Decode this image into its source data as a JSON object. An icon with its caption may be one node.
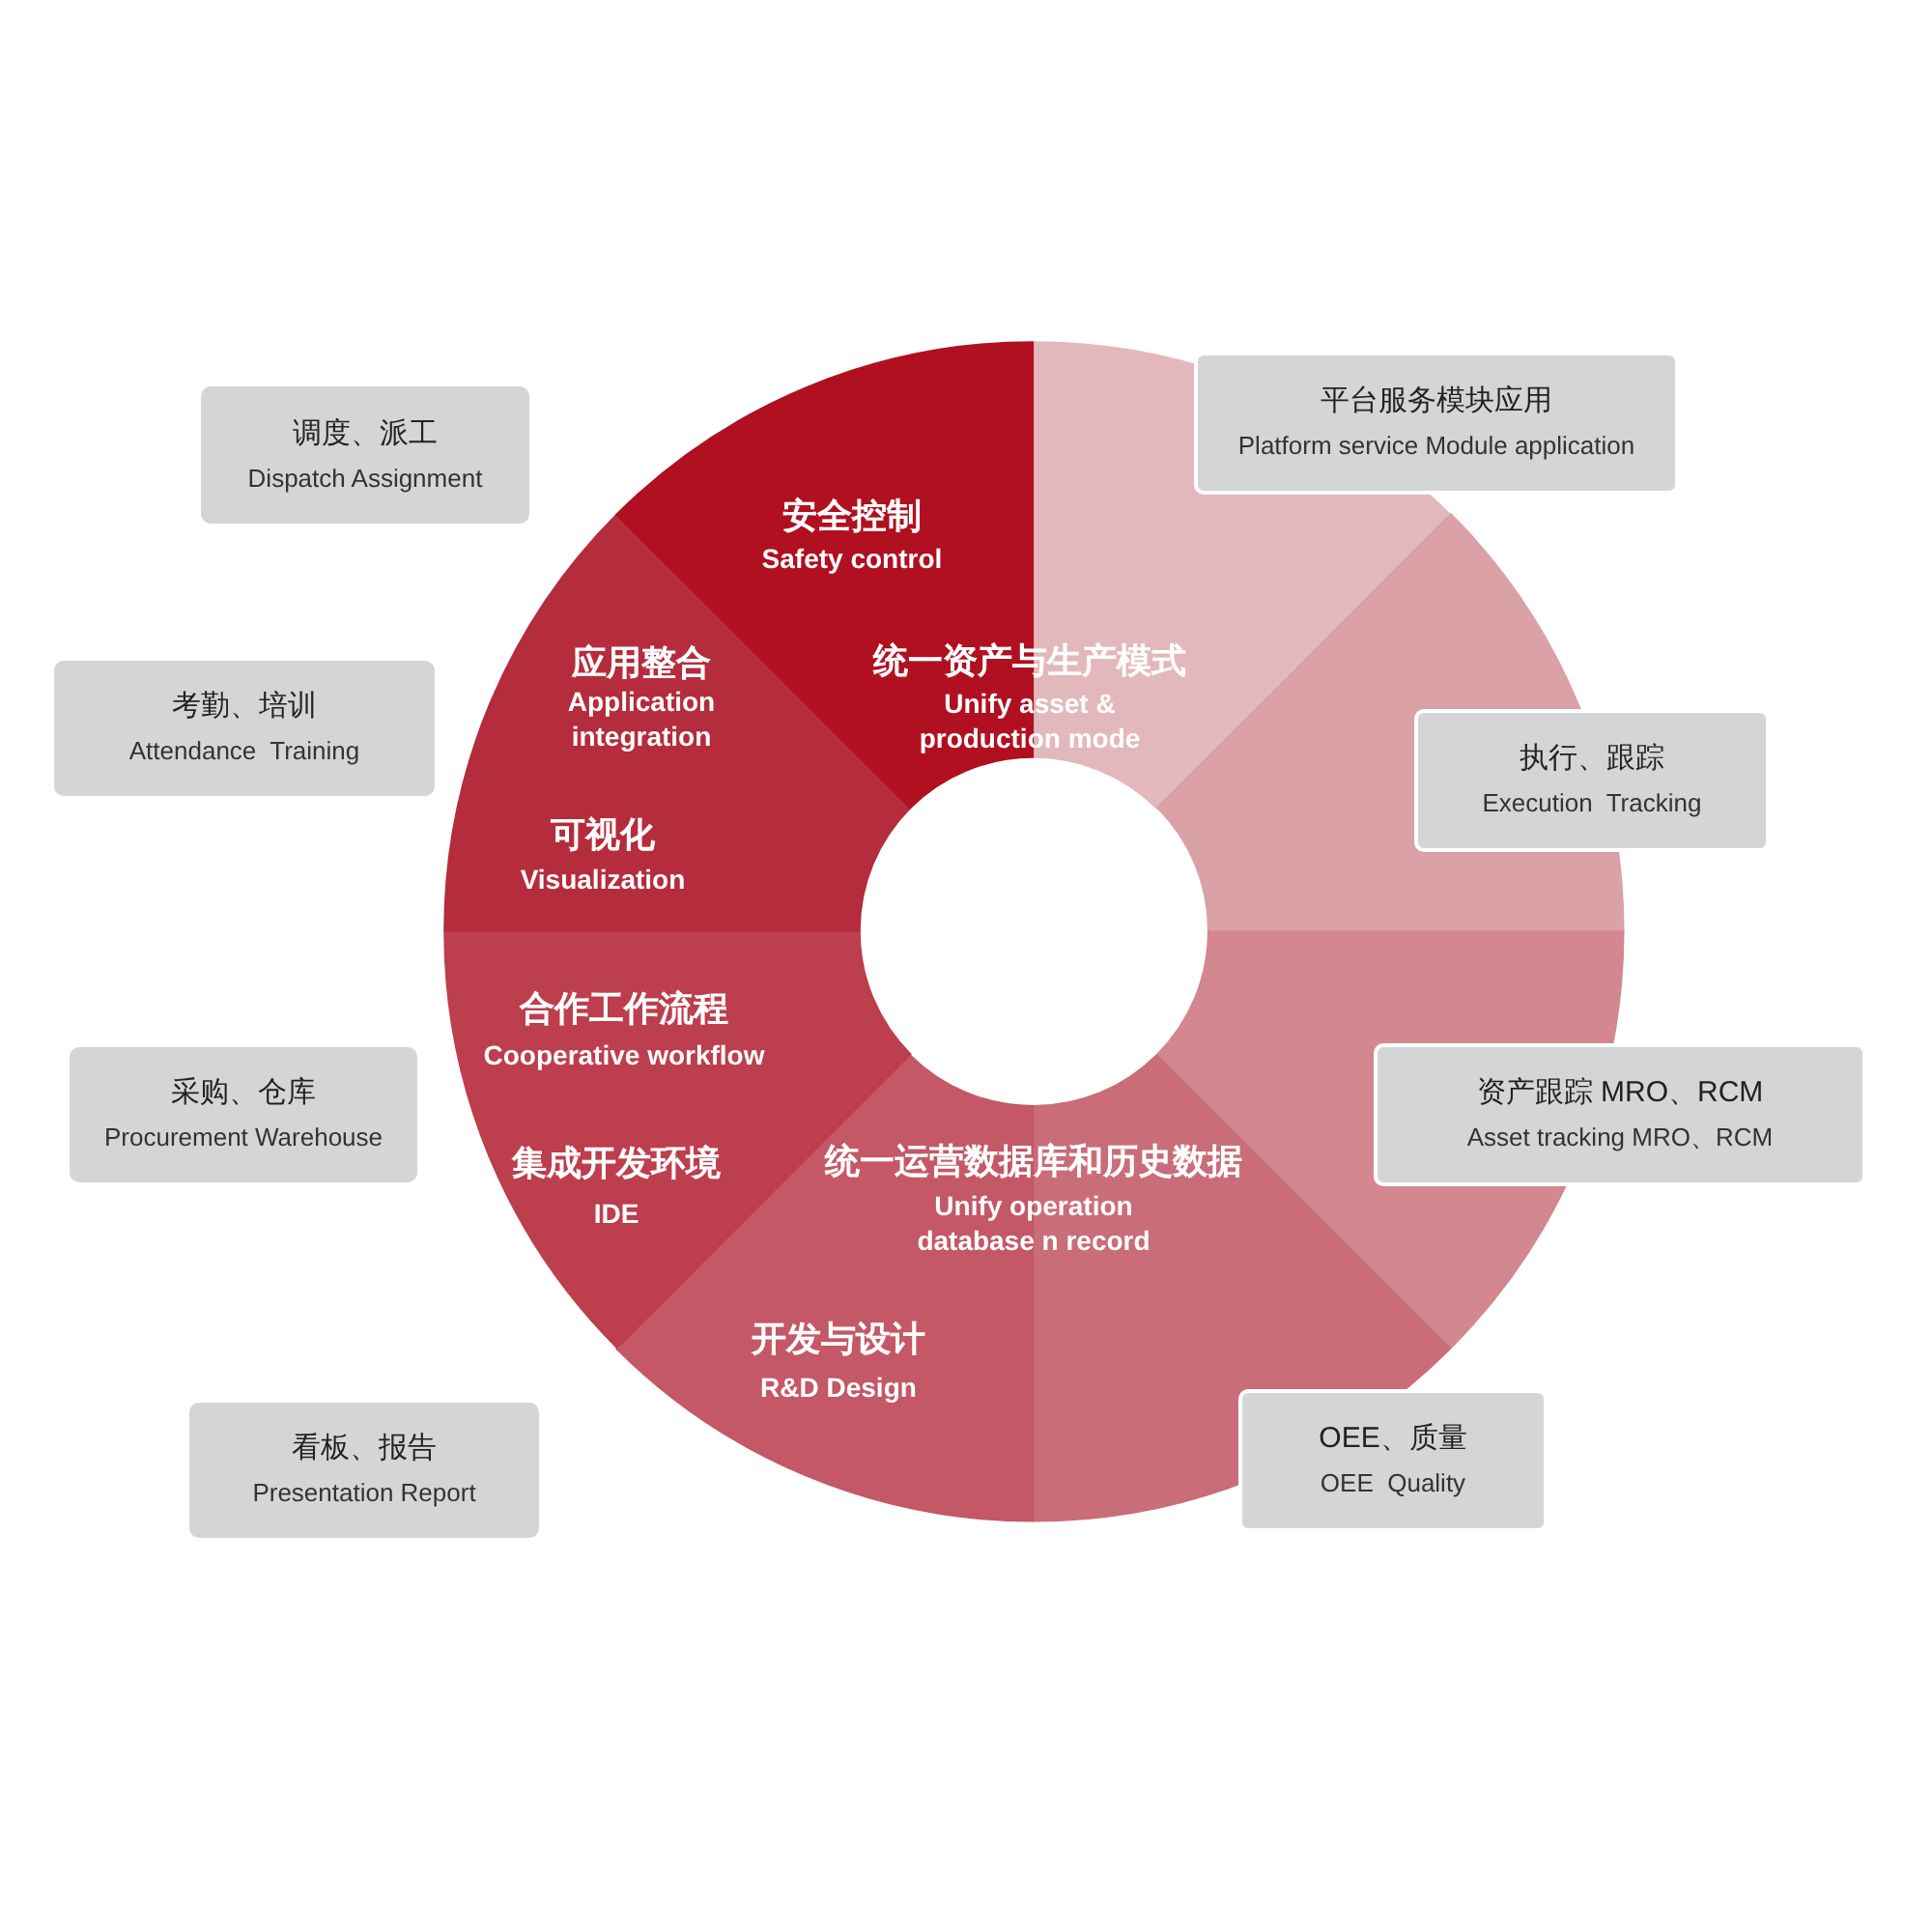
{
  "diagram": {
    "nodes": [
      {
        "text": [
          "调度、派工",
          "Dispatch Assignment"
        ]
      },
      {
        "text": [
          "考勤、培训",
          "Attendance  Training"
        ]
      },
      {
        "text": [
          "采购、仓库",
          "Procurement Warehouse"
        ]
      },
      {
        "text": [
          "看板、报告",
          "Presentation Report"
        ]
      },
      {
        "text": [
          "平台服务模块应用",
          "Platform service Module application"
        ]
      },
      {
        "text": [
          "执行、跟踪",
          "Execution  Tracking"
        ]
      },
      {
        "text": [
          "资产跟踪 MRO、RCM",
          "Asset tracking MRO、RCM"
        ]
      },
      {
        "text": [
          "OEE、质量",
          "OEE  Quality"
        ]
      },
      {
        "text": [],
        "shape": "sector"
      },
      {
        "text": [],
        "shape": "sector"
      },
      {
        "text": [],
        "shape": "sector"
      },
      {
        "text": [],
        "shape": "sector"
      },
      {
        "text": [
          "开发与设计",
          "R&D Design"
        ]
      },
      {
        "text": [
          "合作工作流程",
          "Cooperative workflow",
          "集成开发环境",
          "IDE"
        ]
      },
      {
        "text": [
          "应用整合",
          "Application integration",
          "可视化",
          "Visualization"
        ]
      },
      {
        "text": [
          "安全控制",
          "Safety control"
        ]
      }
    ],
    "labels": [
      "统一资产与生产模式",
      "Unify asset & production mode",
      "统一运营数据库和历史数据",
      "Unify operation database n record"
    ]
  }
}
